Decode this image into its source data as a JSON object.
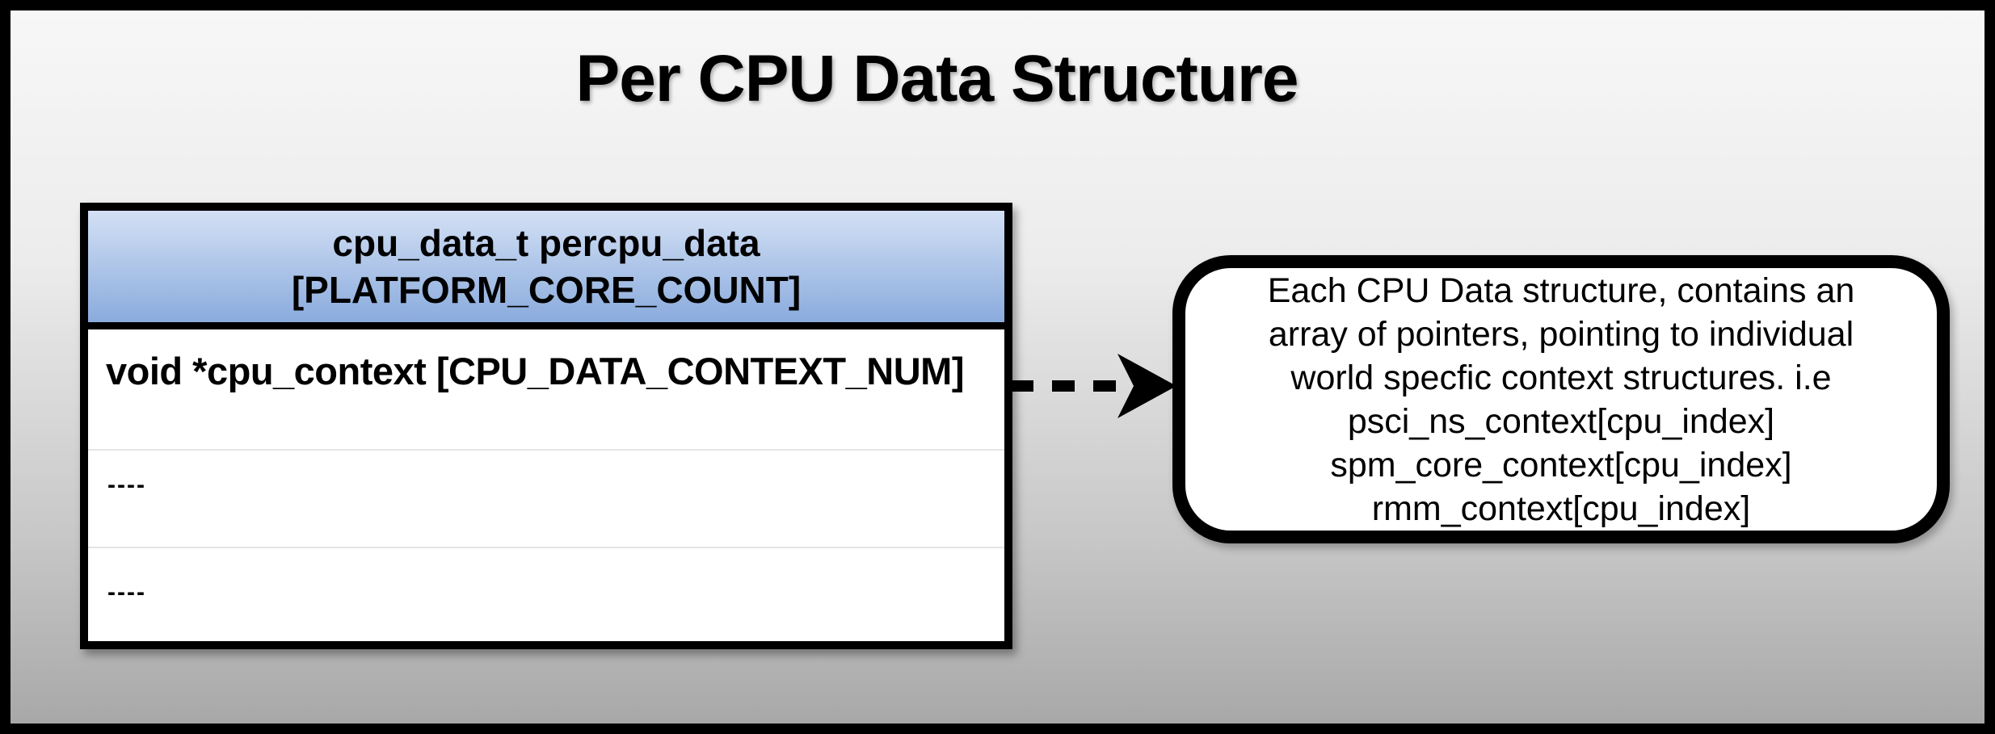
{
  "title": "Per CPU Data Structure",
  "table": {
    "header_lines": [
      "cpu_data_t percpu_data",
      "[PLATFORM_CORE_COUNT]"
    ],
    "rows": [
      {
        "label": "void *cpu_context [CPU_DATA_CONTEXT_NUM]"
      },
      {
        "label": "----"
      },
      {
        "label": "----"
      }
    ]
  },
  "connector": {
    "type": "dashed-arrow",
    "direction": "right",
    "color": "#000000"
  },
  "callout": {
    "lines": [
      "Each CPU Data structure, contains an",
      "array of pointers, pointing to individual",
      "world specfic context structures. i.e",
      "psci_ns_context[cpu_index]",
      "spm_core_context[cpu_index]",
      "rmm_context[cpu_index]"
    ]
  },
  "colors": {
    "frame-border": "#000000",
    "bg-top": "#f7f7f7",
    "bg-bottom": "#a8a8a8",
    "header-blue-top": "#d3e0f4",
    "header-blue-bottom": "#8aabdd",
    "box-bg": "#ffffff",
    "separator": "#e4e4e4",
    "text": "#000000"
  }
}
